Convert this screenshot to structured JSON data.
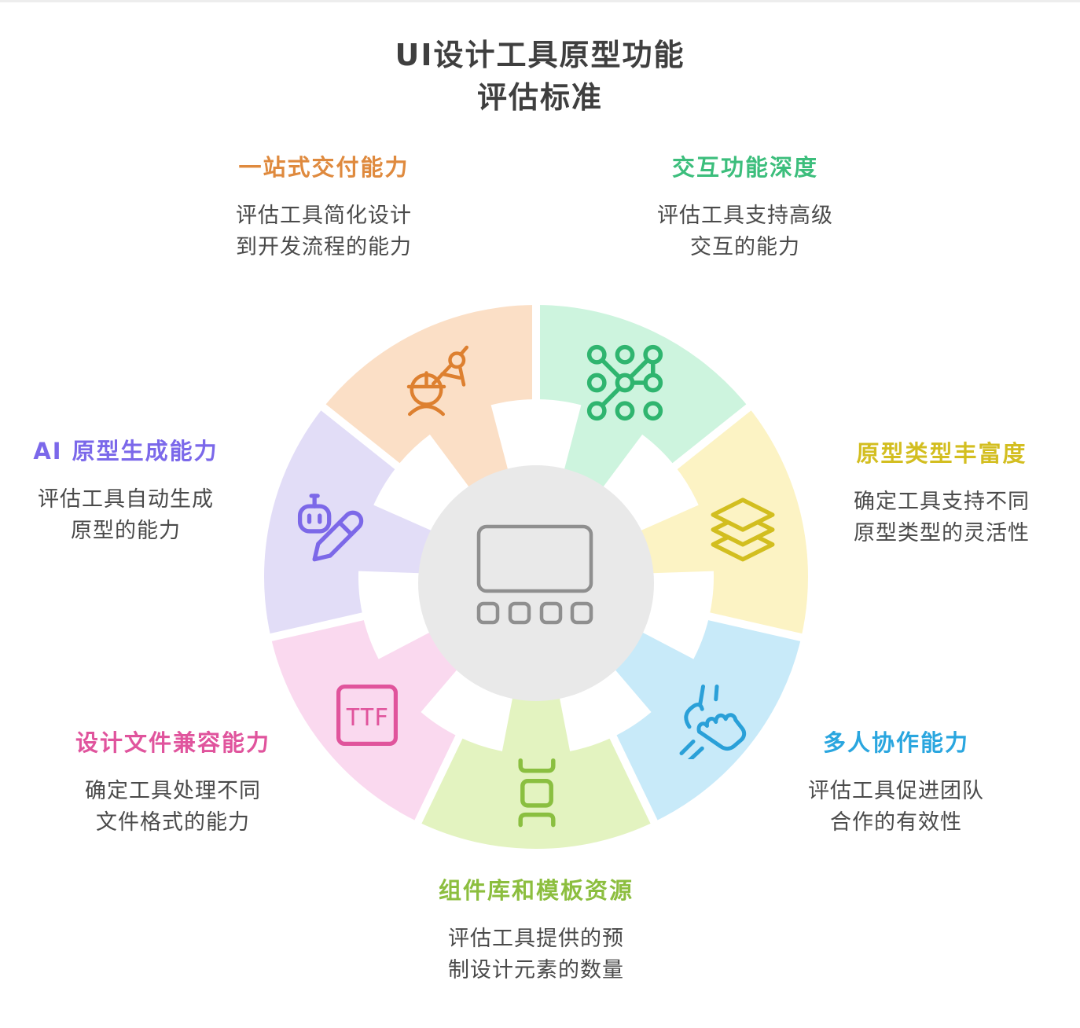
{
  "title": {
    "line1": "UI设计工具原型功能",
    "line2": "评估标准",
    "color": "#3f3f3f"
  },
  "center": {
    "icon": "device-wireframe-icon",
    "bg": "#e9e9e9",
    "stroke": "#8f8f8f"
  },
  "separator_color": "#ffffff",
  "segments": [
    {
      "id": "interaction",
      "heading": "交互功能深度",
      "desc1": "评估工具支持高级",
      "desc2": "交互的能力",
      "heading_color": "#3cbe7c",
      "fill": "#cdf4de",
      "icon": "pattern-grid-icon",
      "icon_stroke": "#2fb56f"
    },
    {
      "id": "prototype-types",
      "heading": "原型类型丰富度",
      "desc1": "确定工具支持不同",
      "desc2": "原型类型的灵活性",
      "heading_color": "#d3be20",
      "fill": "#fcf3c4",
      "icon": "layers-icon",
      "icon_stroke": "#d2be1f"
    },
    {
      "id": "collaboration",
      "heading": "多人协作能力",
      "desc1": "评估工具促进团队",
      "desc2": "合作的有效性",
      "heading_color": "#2aa6df",
      "fill": "#c8eaf9",
      "icon": "hands-icon",
      "icon_stroke": "#2aa0d8"
    },
    {
      "id": "components",
      "heading": "组件库和模板资源",
      "desc1": "评估工具提供的预",
      "desc2": "制设计元素的数量",
      "heading_color": "#8cbe3f",
      "fill": "#e3f3c0",
      "icon": "component-icon",
      "icon_stroke": "#8abf40"
    },
    {
      "id": "file-compat",
      "heading": "设计文件兼容能力",
      "desc1": "确定工具处理不同",
      "desc2": "文件格式的能力",
      "heading_color": "#e0549d",
      "fill": "#fad9ef",
      "icon": "ttf-icon",
      "icon_stroke": "#e0549c",
      "icon_label": "TTF"
    },
    {
      "id": "ai-generation",
      "heading": "AI 原型生成能力",
      "desc1": "评估工具自动生成",
      "desc2": "原型的能力",
      "heading_color": "#7b68ea",
      "fill": "#e2ddf7",
      "icon": "robot-pencil-icon",
      "icon_stroke": "#7c68e8"
    },
    {
      "id": "delivery",
      "heading": "一站式交付能力",
      "desc1": "评估工具简化设计",
      "desc2": "到开发流程的能力",
      "heading_color": "#df8a3e",
      "fill": "#fbdfc6",
      "icon": "engineer-compass-icon",
      "icon_stroke": "#dd8030"
    }
  ]
}
